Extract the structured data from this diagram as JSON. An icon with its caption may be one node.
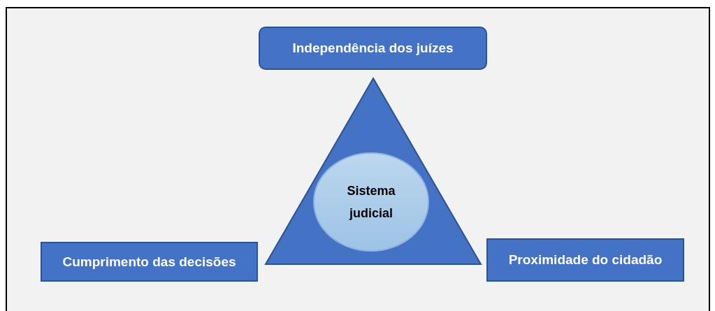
{
  "diagram": {
    "nodes": [
      {
        "text": [
          "Independência dos juízes"
        ]
      },
      {
        "text": [],
        "shape": "triangle"
      },
      {
        "text": [
          "Sistema judicial"
        ],
        "in": 1
      },
      {
        "text": [
          "Cumprimento das decisões"
        ]
      },
      {
        "text": [
          "Proximidade do cidadão"
        ]
      }
    ]
  }
}
